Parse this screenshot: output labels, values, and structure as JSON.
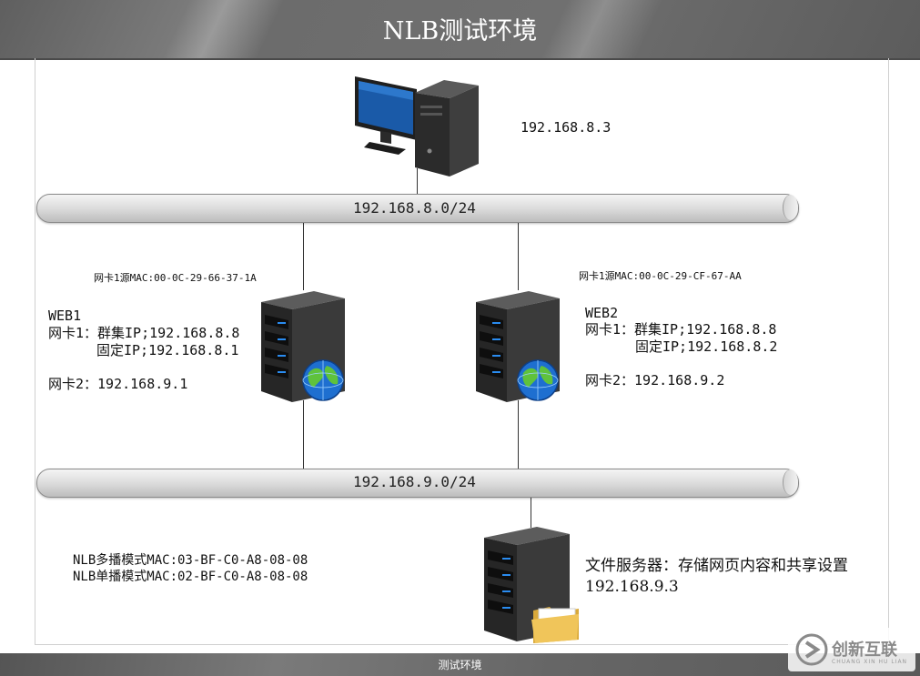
{
  "title": "NLB测试环境",
  "footer": "测试环境",
  "client": {
    "ip": "192.168.8.3"
  },
  "networks": {
    "upper": "192.168.8.0/24",
    "lower": "192.168.9.0/24"
  },
  "web1": {
    "mac_label": "网卡1源MAC:00-0C-29-66-37-1A",
    "name": "WEB1",
    "nic1_cluster": "网卡1：群集IP;192.168.8.8",
    "nic1_fixed": "固定IP;192.168.8.1",
    "nic2": "网卡2：192.168.9.1"
  },
  "web2": {
    "mac_label": "网卡1源MAC:00-0C-29-CF-67-AA",
    "name": "WEB2",
    "nic1_cluster": "网卡1：群集IP;192.168.8.8",
    "nic1_fixed": "固定IP;192.168.8.2",
    "nic2": "网卡2：192.168.9.2"
  },
  "nlb": {
    "multicast_mac": "NLB多播模式MAC:03-BF-C0-A8-08-08",
    "unicast_mac": "NLB单播模式MAC:02-BF-C0-A8-08-08"
  },
  "file_server": {
    "description": "文件服务器：存储网页内容和共享设置",
    "ip": "192.168.9.3"
  },
  "watermark": {
    "brand": "创新互联",
    "sub": "CHUANG XIN HU LIAN"
  },
  "icons": {
    "client": "desktop-computer-icon",
    "web_server": "server-globe-icon",
    "file_server": "server-folder-icon",
    "watermark": "brand-logo-icon"
  }
}
